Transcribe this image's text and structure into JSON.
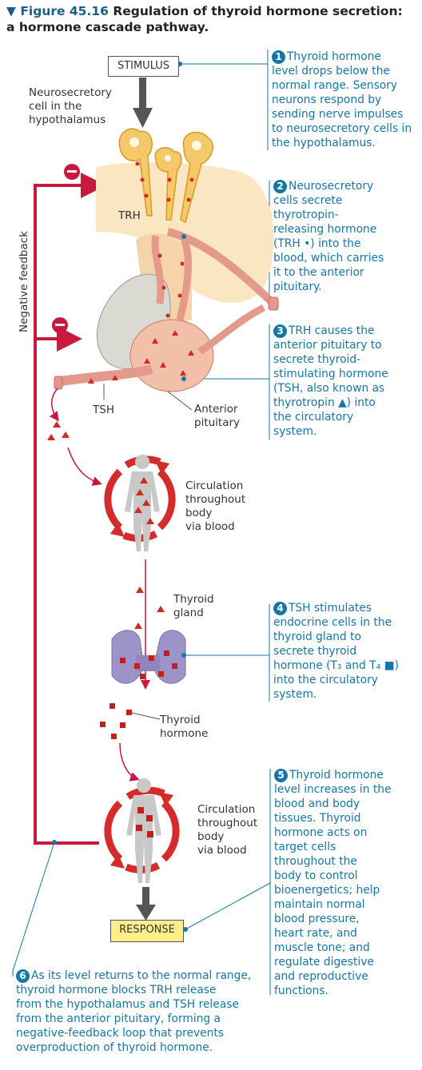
{
  "figure": {
    "number_label": "▼ Figure 45.16",
    "title_line1": "Regulation of thyroid hormone secretion:",
    "title_line2": "a hormone cascade pathway."
  },
  "boxes": {
    "stimulus": "STIMULUS",
    "response": "RESPONSE"
  },
  "labels": {
    "neurosecretory": [
      "Neurosecretory",
      "cell in the",
      "hypothalamus"
    ],
    "trh": "TRH",
    "tsh": "TSH",
    "anterior_pituitary": [
      "Anterior",
      "pituitary"
    ],
    "circulation": [
      "Circulation",
      "throughout",
      "body",
      "via blood"
    ],
    "thyroid_gland": [
      "Thyroid",
      "gland"
    ],
    "thyroid_hormone": [
      "Thyroid",
      "hormone"
    ],
    "negative_feedback": "Negative feedback",
    "minus": "−"
  },
  "steps": [
    {
      "num": "1",
      "lines": [
        "Thyroid hormone",
        "level drops below the",
        "normal range. Sensory",
        "neurons respond by",
        "sending nerve impulses",
        "to neurosecretory cells in",
        "the hypothalamus."
      ]
    },
    {
      "num": "2",
      "lines": [
        "Neurosecretory",
        "cells secrete",
        "thyrotropin-",
        "releasing hormone",
        "(TRH •) into the",
        "blood, which carries",
        "it to the anterior",
        "pituitary."
      ]
    },
    {
      "num": "3",
      "lines": [
        "TRH causes the",
        "anterior pituitary to",
        "secrete thyroid-",
        "stimulating hormone",
        "(TSH, also known as",
        "thyrotropin ▲) into",
        "the circulatory",
        "system."
      ]
    },
    {
      "num": "4",
      "lines": [
        "TSH stimulates",
        "endocrine cells in the",
        "thyroid gland to",
        "secrete thyroid",
        "hormone (T₃ and T₄ ■)",
        "into the circulatory",
        "system."
      ]
    },
    {
      "num": "5",
      "lines": [
        "Thyroid hormone",
        "level increases in the",
        "blood and body",
        "tissues. Thyroid",
        "hormone acts on",
        "target cells",
        "throughout the",
        "body to control",
        "bioenergetics; help",
        "maintain normal",
        "blood pressure,",
        "heart rate, and",
        "muscle tone; and",
        "regulate digestive",
        "and reproductive",
        "functions."
      ]
    },
    {
      "num": "6",
      "lines": [
        "As its level returns to the normal range,",
        "thyroid hormone blocks TRH release",
        "from the hypothalamus and TSH release",
        "from the anterior pituitary, forming a",
        "negative-feedback loop that prevents",
        "overproduction of thyroid hormone."
      ]
    }
  ],
  "colors": {
    "caption_blue": "#1577a8",
    "feedback_red": "#c8193f",
    "response_yellow": "#ffee8a",
    "hormone_red": "#d22a1f",
    "vessel_pink": "#e39a8c",
    "hypothalamus_tan": "#fbe6c2",
    "thyroid_purple": "#9c93c8"
  }
}
